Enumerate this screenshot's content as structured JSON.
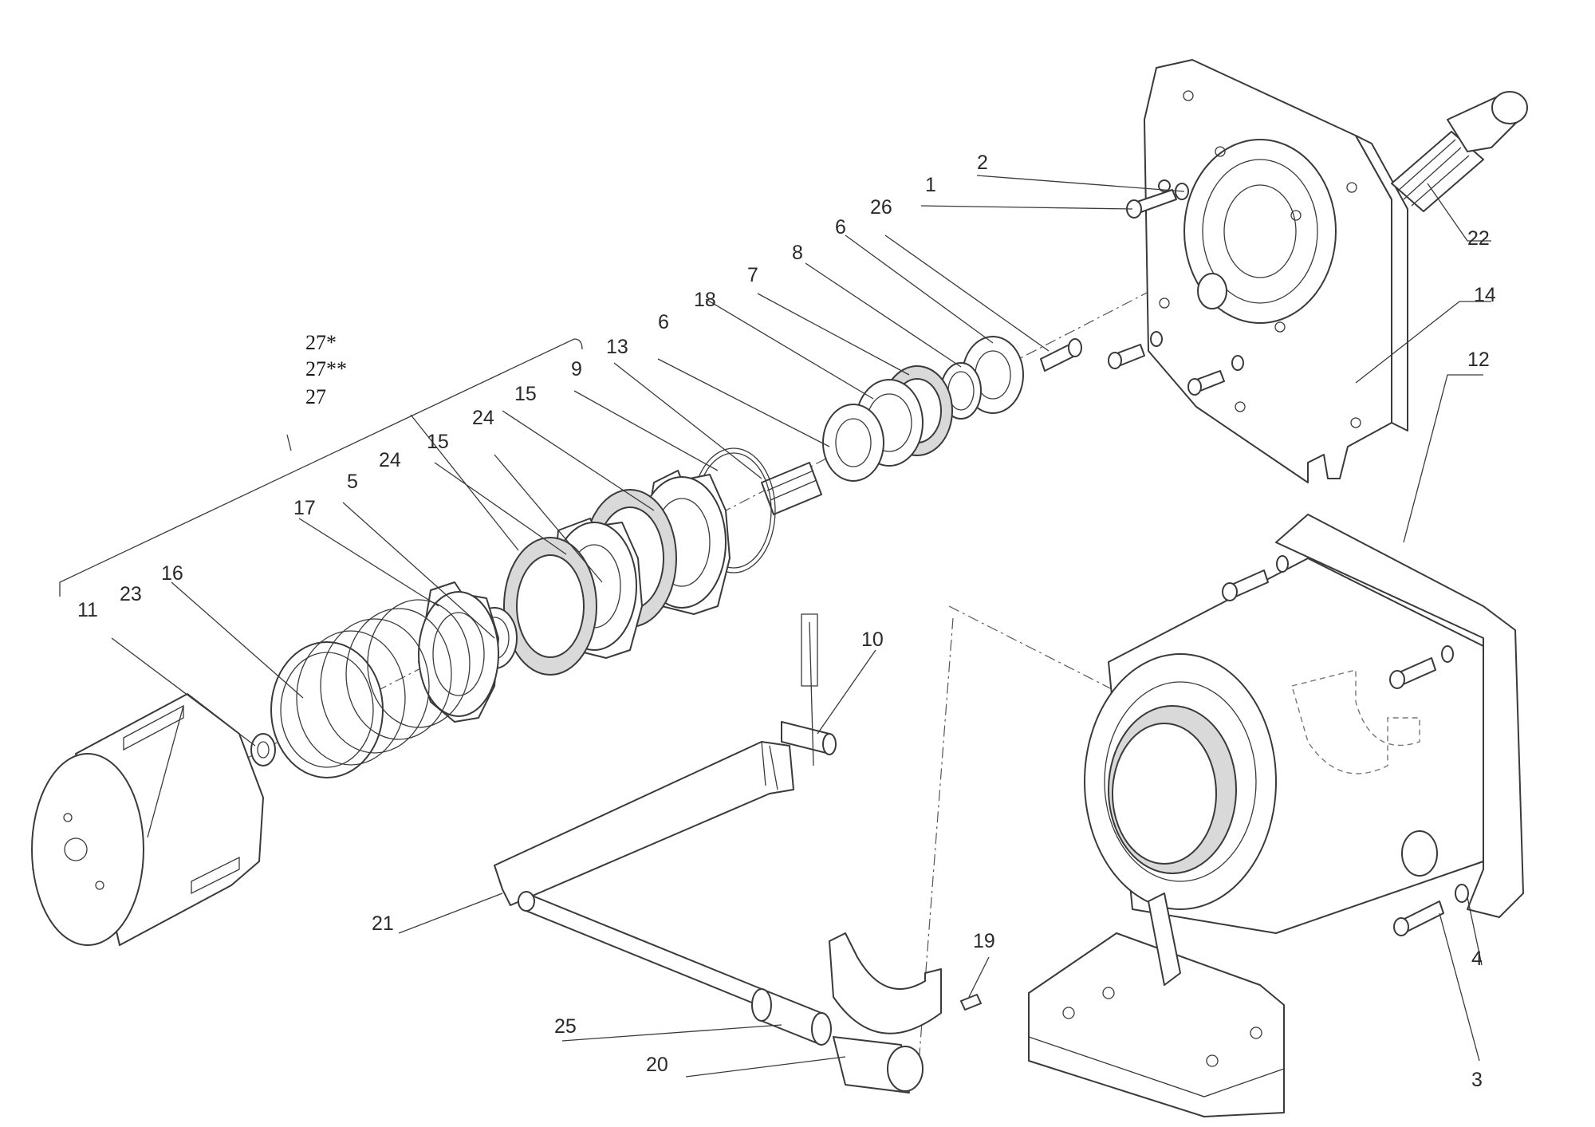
{
  "diagram": {
    "callouts": {
      "c1": "1",
      "c2": "2",
      "c3": "3",
      "c4": "4",
      "c5": "5",
      "c6a": "6",
      "c6b": "6",
      "c7": "7",
      "c8": "8",
      "c9": "9",
      "c10": "10",
      "c11": "11",
      "c12": "12",
      "c13": "13",
      "c14": "14",
      "c15a": "15",
      "c15b": "15",
      "c16": "16",
      "c17": "17",
      "c18": "18",
      "c19": "19",
      "c20": "20",
      "c21": "21",
      "c22": "22",
      "c23": "23",
      "c24a": "24",
      "c24b": "24",
      "c25": "25",
      "c26": "26"
    },
    "kit_labels": [
      "27*",
      "27**",
      "27"
    ]
  }
}
